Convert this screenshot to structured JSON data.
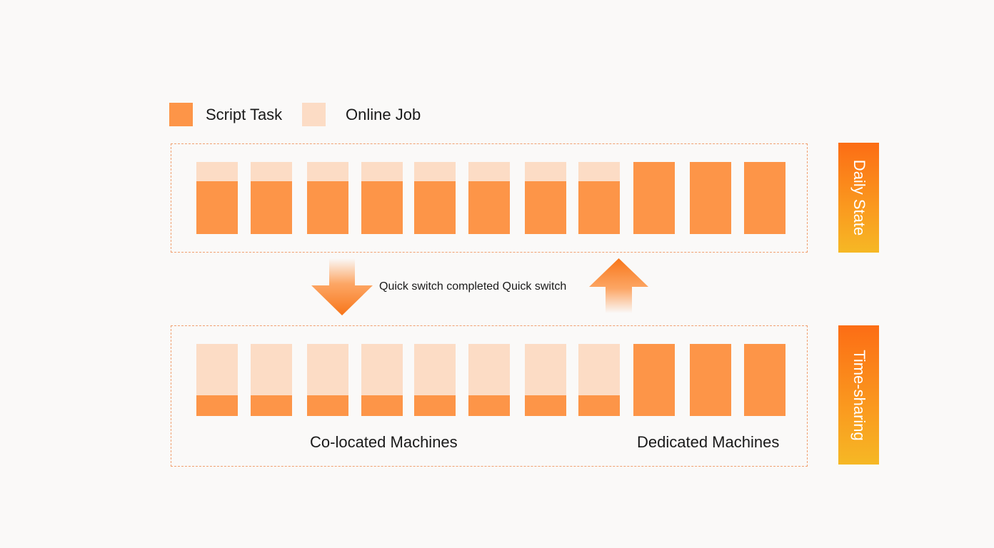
{
  "legend": {
    "items": [
      {
        "label": "Script Task",
        "color": "#fd9548"
      },
      {
        "label": "Online Job",
        "color": "#fcdcc5"
      }
    ]
  },
  "states": {
    "daily": {
      "label": "Daily State",
      "colocated_script_share": 0.73,
      "dedicated_script_share": 1.0
    },
    "timesharing": {
      "label": "Time-sharing",
      "colocated_script_share": 0.29,
      "dedicated_script_share": 1.0
    }
  },
  "machines": {
    "colocated_count": 8,
    "dedicated_count": 3,
    "colocated_label": "Co-located Machines",
    "dedicated_label": "Dedicated Machines"
  },
  "switch_text": "Quick switch completed Quick switch",
  "colors": {
    "script": "#fd9548",
    "online": "#fcdcc5",
    "tag_gradient_top": "#fc6d15",
    "tag_gradient_bottom": "#f6b825"
  }
}
